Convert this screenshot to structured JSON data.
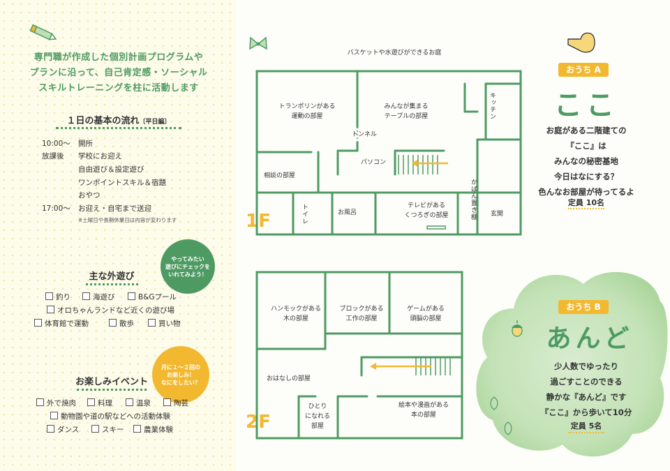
{
  "intro": [
    "専門職が作成した個別計画プログラムや",
    "プランに沿って、自己肯定感・ソーシャル",
    "スキルトレーニングを柱に活動します"
  ],
  "schedule": {
    "title": "１日の基本の流れ",
    "title_tag": "〔平日編〕",
    "rows": [
      {
        "time": "10:00〜",
        "text": "開所"
      },
      {
        "time": "放課後",
        "text": "学校にお迎え"
      },
      {
        "time": "",
        "text": "自由遊び＆設定遊び"
      },
      {
        "time": "",
        "text": "ワンポイントスキル＆宿題"
      },
      {
        "time": "",
        "text": "おやつ"
      },
      {
        "time": "17:00〜",
        "text": "お迎え・自宅まで送迎"
      }
    ],
    "note": "※土曜日や長期休業日は内容が変わります"
  },
  "outdoor": {
    "title": "主な外遊び",
    "badge": [
      "やってみたい",
      "遊びにチェックを",
      "いれてみよう！"
    ],
    "rows": [
      [
        "釣り",
        "海遊び",
        "B&Gプール"
      ],
      [
        "オロちゃんランドなど近くの遊び場"
      ],
      [
        "体育館で運動",
        "散歩",
        "買い物"
      ]
    ]
  },
  "events": {
    "title": "お楽しみイベント",
    "badge": [
      "月に１〜２回の",
      "お楽しみ！",
      "なにをしたい？"
    ],
    "rows": [
      [
        "外で焼肉",
        "料理",
        "温泉",
        "陶芸"
      ],
      [
        "動物園や道の駅などへの活動体験"
      ],
      [
        "ダンス",
        "スキー",
        "農業体験"
      ]
    ]
  },
  "floor1": {
    "label": "1F",
    "top_caption": "バスケットや水遊びができるお庭",
    "rooms": {
      "trampoline": [
        "トランポリンがある",
        "運動の部屋"
      ],
      "table": [
        "みんなが集まる",
        "テーブルの部屋"
      ],
      "tunnel": "トンネル",
      "kitchen": "キッチン",
      "pc": "パソコン",
      "consult": "相談の部屋",
      "toilet": "トイレ",
      "bath": "お風呂",
      "tv": [
        "テレビがある",
        "くつろぎの部屋"
      ],
      "bag": "かばん置き棚",
      "entrance": "玄関"
    }
  },
  "floor2": {
    "label": "2F",
    "rooms": {
      "hammock": [
        "ハンモックがある",
        "木の部屋"
      ],
      "block": [
        "ブロックがある",
        "工作の部屋"
      ],
      "game": [
        "ゲームがある",
        "頭脳の部屋"
      ],
      "story": "おはなしの部屋",
      "alone": [
        "ひとり",
        "になれる",
        "部屋"
      ],
      "books": [
        "絵本や漫画がある",
        "本の部屋"
      ]
    }
  },
  "houseA": {
    "tag": "おうち A",
    "name": "ここ",
    "desc": [
      "お庭がある二階建ての",
      "『ここ』は",
      "みんなの秘密基地",
      "今日はなにする？",
      "色んなお部屋が待ってるよ"
    ],
    "capacity": "定員 10名"
  },
  "houseB": {
    "tag": "おうち B",
    "name": "あんど",
    "desc": [
      "少人数でゆったり",
      "過ごすことのできる",
      "静かな『あんど』です",
      "『ここ』から歩いて10分"
    ],
    "capacity": "定員 5名"
  },
  "colors": {
    "green": "#4e9a63",
    "yellow": "#f2b930",
    "lightgreen": "#bfe0b4"
  }
}
